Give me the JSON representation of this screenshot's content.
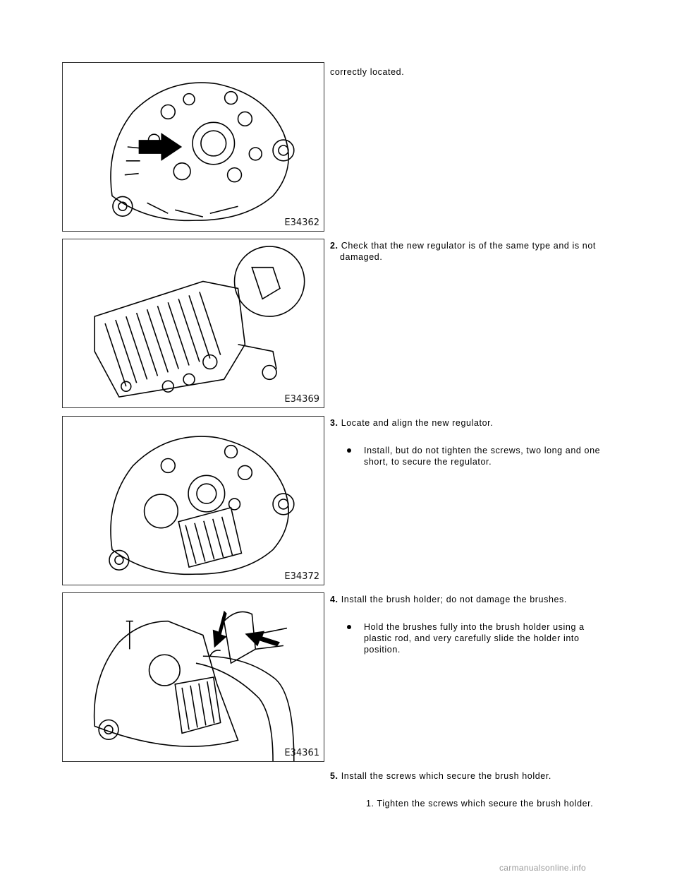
{
  "figures": [
    {
      "code": "E34362"
    },
    {
      "code": "E34369"
    },
    {
      "code": "E34372"
    },
    {
      "code": "E34361"
    }
  ],
  "steps": {
    "intro": "correctly located.",
    "s2": {
      "num": "2.",
      "line1": "Check that the new regulator is of the same type and is not",
      "line2": "damaged."
    },
    "s3": {
      "num": "3.",
      "text": "Locate and align the new regulator.",
      "bullet1_line1": "Install, but do not tighten the screws, two long and one",
      "bullet1_line2": "short, to secure the regulator."
    },
    "s4": {
      "num": "4.",
      "text": "Install the brush holder; do not damage the brushes.",
      "bullet1_line1": "Hold the brushes fully into the brush holder using a",
      "bullet1_line2": "plastic rod, and very carefully slide the holder into",
      "bullet1_line3": "position."
    },
    "s5": {
      "num": "5.",
      "text": "Install the screws which secure the brush holder.",
      "sub1": "1. Tighten the screws which secure the brush holder."
    }
  },
  "watermark": "carmanualsonline.info"
}
